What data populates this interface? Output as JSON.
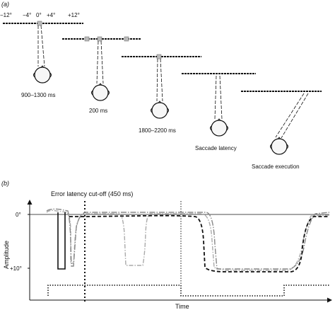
{
  "panel_a": {
    "label": "(a)",
    "degree_labels": [
      "−12°",
      "−4°",
      "0°",
      "+4°",
      "+12°"
    ],
    "steps": [
      {
        "caption": "900–1300 ms"
      },
      {
        "caption": "200 ms"
      },
      {
        "caption": "1800–2200 ms"
      },
      {
        "caption": "Saccade latency"
      },
      {
        "caption": "Saccade execution"
      }
    ]
  },
  "panel_b": {
    "label": "(b)",
    "cutoff_label": "Error latency cut-off (450 ms)",
    "y_axis_label": "Amplitude",
    "x_axis_label": "Time",
    "y_ticks": [
      "0°",
      "+10°"
    ]
  }
}
